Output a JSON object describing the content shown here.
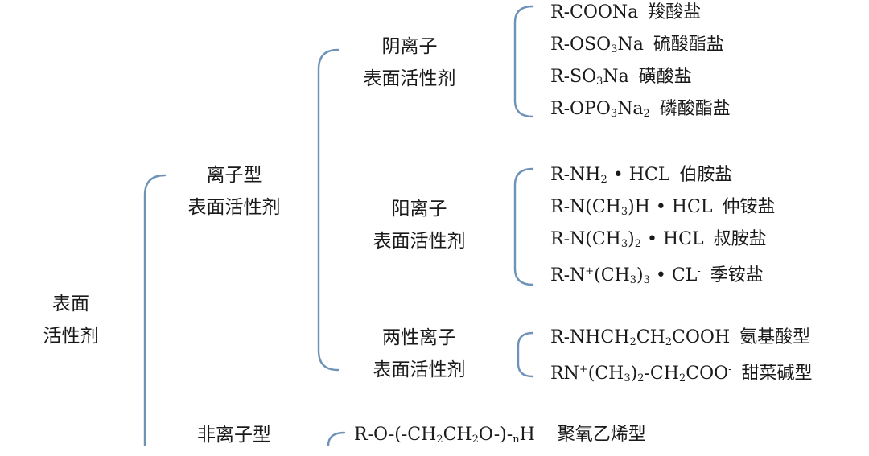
{
  "root": {
    "line1": "表面",
    "line2": "活性剂"
  },
  "ionic": {
    "line1": "离子型",
    "line2": "表面活性剂"
  },
  "nonionic": {
    "line1": "非离子型"
  },
  "anionic": {
    "line1": "阴离子",
    "line2": "表面活性剂",
    "items": [
      {
        "pre": "R-COONa",
        "name": "羧酸盐"
      },
      {
        "pre": "R-OSO",
        "sub": "3",
        "post": "Na",
        "name": "硫酸酯盐"
      },
      {
        "pre": "R-SO",
        "sub": "3",
        "post": "Na",
        "name": "磺酸盐"
      },
      {
        "pre": "R-OPO",
        "sub": "3",
        "post": "Na",
        "sub2": "2",
        "name": "磷酸酯盐"
      }
    ]
  },
  "cationic": {
    "line1": "阳离子",
    "line2": "表面活性剂",
    "items": [
      {
        "pre": "R-NH",
        "sub": "2",
        "post": " • HCL",
        "name": "伯胺盐"
      },
      {
        "pre": "R-N(CH",
        "sub": "3",
        "post": ")H • HCL",
        "name": "仲铵盐"
      },
      {
        "pre": "R-N(CH",
        "sub": "3",
        "post": ")",
        "sub2": "2",
        "post2": " • HCL",
        "name": "叔胺盐"
      },
      {
        "pre": "R-N",
        "sup": "+",
        "post": "(CH",
        "sub": "3",
        "post2": ")",
        "sub2": "3",
        "post3": " • CL",
        "sup2": "-",
        "name": "季铵盐"
      }
    ]
  },
  "amphoteric": {
    "line1": "两性离子",
    "line2": "表面活性剂",
    "items": [
      {
        "pre": "R-NHCH",
        "sub": "2",
        "post": "CH",
        "sub2": "2",
        "post2": "COOH",
        "name": "氨基酸型"
      },
      {
        "pre": "RN",
        "sup": "+",
        "post": "(CH",
        "sub": "3",
        "post2": ")",
        "sub2": "2",
        "post3": "-CH",
        "sub3": "2",
        "post4": "COO",
        "sup2": "-",
        "name": "甜菜碱型"
      }
    ]
  },
  "nonionic_items": [
    {
      "pre": "R-O-(-CH",
      "sub": "2",
      "post": "CH",
      "sub2": "2",
      "post2": "O-)-",
      "sub3": "n",
      "post3": "H",
      "name": "聚氧乙烯型"
    }
  ],
  "colors": {
    "bracket": "#6f93b8",
    "text": "#1a1a1a"
  }
}
